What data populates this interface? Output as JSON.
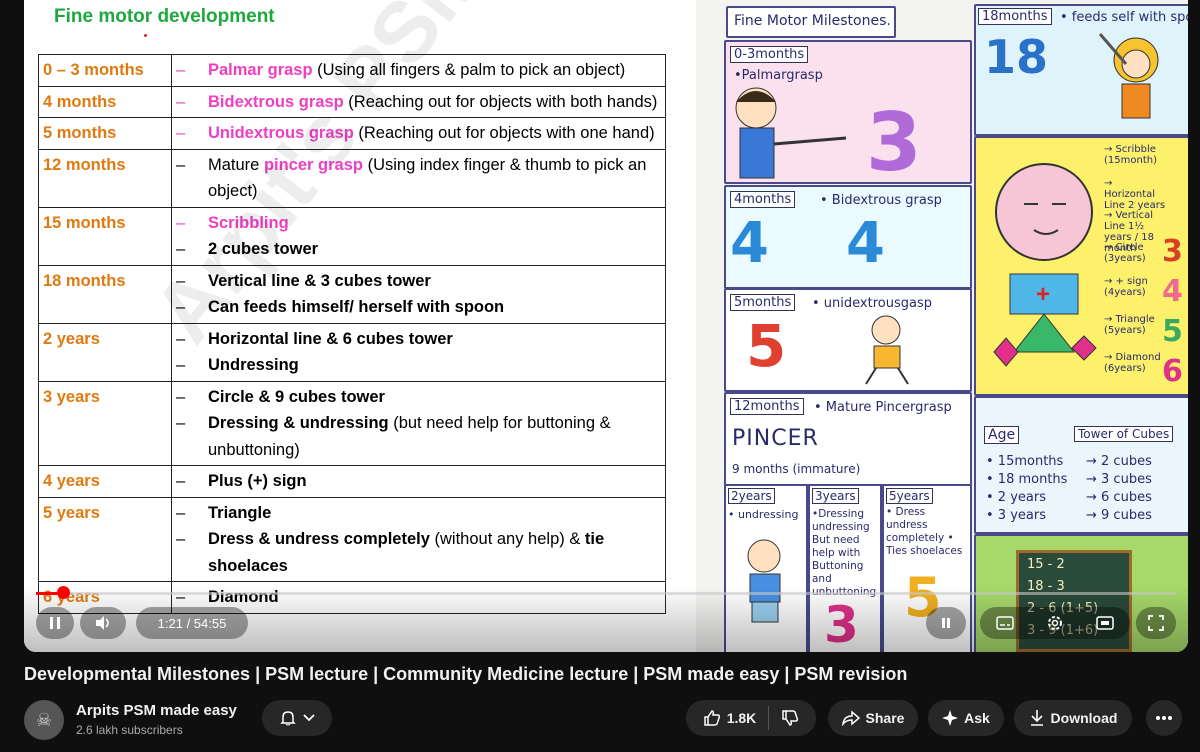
{
  "slide": {
    "title": "Fine motor development",
    "watermark": "Arpit's PSM m",
    "rows": [
      {
        "age": "0 – 3 months",
        "lines": [
          {
            "dash": "–",
            "pink": "Palmar grasp",
            "bold": "",
            "rest": " (Using all fingers & palm to pick an object)"
          }
        ]
      },
      {
        "age": "4 months",
        "lines": [
          {
            "dash": "–",
            "pink": "Bidextrous grasp",
            "bold": "",
            "rest": " (Reaching out for objects with both hands)"
          }
        ]
      },
      {
        "age": "5 months",
        "lines": [
          {
            "dash": "–",
            "pink": "Unidextrous grasp",
            "bold": "",
            "rest": " (Reaching out for objects with one hand)"
          }
        ]
      },
      {
        "age": "12 months",
        "lines": [
          {
            "dash": "–",
            "pre": "Mature ",
            "pink": "pincer grasp",
            "bold": "",
            "rest": " (Using index finger & thumb to pick an object)"
          }
        ]
      },
      {
        "age": "15 months",
        "lines": [
          {
            "dash": "–",
            "pink": "Scribbling",
            "bold": "",
            "rest": ""
          },
          {
            "dash": "–",
            "pink": "",
            "bold": "2 cubes tower",
            "rest": ""
          }
        ]
      },
      {
        "age": "18 months",
        "lines": [
          {
            "dash": "–",
            "pink": "",
            "bold": "Vertical line & 3 cubes tower",
            "rest": ""
          },
          {
            "dash": "–",
            "pink": "",
            "bold": "Can feeds himself/ herself with spoon",
            "rest": ""
          }
        ]
      },
      {
        "age": "2 years",
        "lines": [
          {
            "dash": "–",
            "pink": "",
            "bold": "Horizontal line & 6 cubes tower",
            "rest": ""
          },
          {
            "dash": "–",
            "pink": "",
            "bold": "Undressing",
            "rest": ""
          }
        ]
      },
      {
        "age": "3 years",
        "lines": [
          {
            "dash": "–",
            "pink": "",
            "bold": "Circle & 9 cubes tower",
            "rest": ""
          },
          {
            "dash": "–",
            "pink": "",
            "bold": "Dressing & undressing",
            "rest": " (but need help for buttoning & unbuttoning)"
          }
        ]
      },
      {
        "age": "4 years",
        "lines": [
          {
            "dash": "–",
            "pink": "",
            "bold": "Plus (+) sign",
            "rest": ""
          }
        ]
      },
      {
        "age": "5 years",
        "lines": [
          {
            "dash": "–",
            "pink": "",
            "bold": "Triangle",
            "rest": ""
          },
          {
            "dash": "–",
            "pink": "",
            "bold": "Dress & undress completely",
            "rest": " (without any help) & ",
            "bold2": "tie shoelaces"
          }
        ]
      },
      {
        "age": "6 years",
        "lines": [
          {
            "dash": "–",
            "pink": "",
            "bold": "Diamond",
            "rest": ""
          }
        ]
      }
    ]
  },
  "sketch": {
    "title": "Fine Motor Milestones.",
    "p03_label": "0-3months",
    "p03_text": "•Palmargrasp",
    "p4_label": "4months",
    "p4_text": "• Bidextrous grasp",
    "p5_label": "5months",
    "p5_text": "• unidextrousgasp",
    "p12_label": "12months",
    "p12_text": "• Mature Pincergrasp",
    "pincer_word": "PINCER",
    "pincer_sub": "9 months (immature)",
    "p2y_label": "2years",
    "p2y_text": "• undressing",
    "p3y_label": "3years",
    "p3y_text": "•Dressing undressing But need help with Buttoning and unbuttoning",
    "p5y_label": "5years",
    "p5y_text": "• Dress undress completely • Ties shoelaces",
    "p18_label": "18months",
    "p18_text": "• feeds self with spoon",
    "p18_num": "18",
    "shapes": [
      "Scribble (15month)",
      "Horizontal Line 2 years",
      "Vertical Line 1½ years / 18 month",
      "Circle (3years)",
      "+ sign (4years)",
      "Triangle (5years)",
      "Diamond (6years)"
    ],
    "shape_nums": [
      "3",
      "4",
      "5",
      "6"
    ],
    "age_head": "Age",
    "tower_head": "Tower of Cubes",
    "tower": [
      [
        "15months",
        "→ 2 cubes"
      ],
      [
        "18 months",
        "→ 3 cubes"
      ],
      [
        "2 years",
        "→ 6 cubes"
      ],
      [
        "3 years",
        "→ 9 cubes"
      ]
    ],
    "calc": [
      "15",
      "2",
      "18",
      "3",
      "2",
      "6 (1+5)",
      "3",
      "9 (1+6)"
    ]
  },
  "player": {
    "time": "1:21 / 54:55",
    "progress": 0.025
  },
  "video": {
    "title": "Developmental Milestones | PSM lecture | Community Medicine lecture | PSM made easy | PSM revision",
    "channel": "Arpits PSM made easy",
    "subscribers": "2.6 lakh subscribers",
    "likes": "1.8K",
    "share": "Share",
    "ask": "Ask",
    "download": "Download"
  }
}
